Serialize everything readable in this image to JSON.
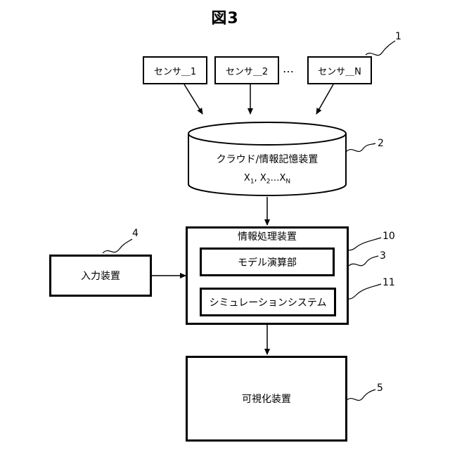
{
  "figure": {
    "title": "図3"
  },
  "sensors": [
    {
      "label": "センサ＿1"
    },
    {
      "label": "センサ＿2"
    },
    {
      "label": "センサ＿N"
    }
  ],
  "sensor_ellipsis": "…",
  "storage": {
    "label": "クラウド/情報記憶装置",
    "ref": "2",
    "vars": {
      "x1": "X",
      "s1": "1",
      "sep1": ", ",
      "x2": "X",
      "s2": "2",
      "dots": "…",
      "xn": "X",
      "sn": "N"
    }
  },
  "processor": {
    "title": "情報処理装置",
    "ref": "3"
  },
  "model_unit": {
    "label": "モデル演算部",
    "ref": "10"
  },
  "simulation": {
    "label": "シミュレーションシステム",
    "ref": "11"
  },
  "input_device": {
    "label": "入力装置",
    "ref": "4"
  },
  "visualizer": {
    "label": "可視化装置",
    "ref": "5"
  },
  "sensor_group_ref": "1"
}
